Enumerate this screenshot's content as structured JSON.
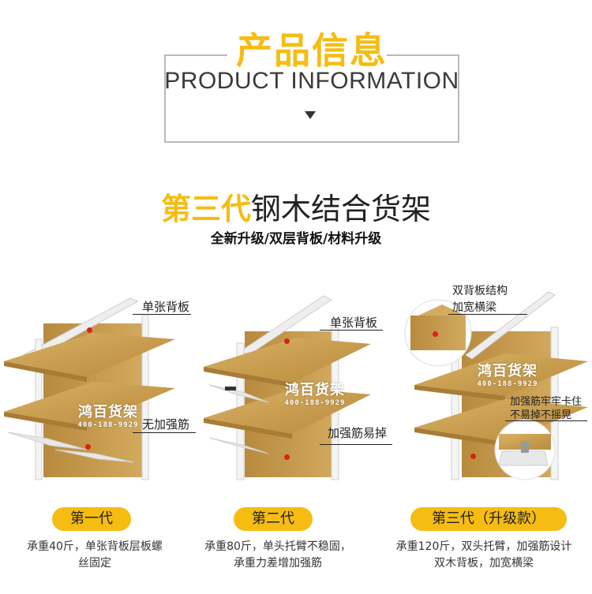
{
  "header": {
    "title_cn": "产品信息",
    "title_en": "PRODUCT INFORMATION"
  },
  "main": {
    "title_highlight": "第三代",
    "title_rest": "钢木结合货架",
    "subtitle": "全新升级/双层背板/材料升级"
  },
  "watermark": {
    "name": "鸿百货架",
    "phone": "400-188-9929"
  },
  "shelves": [
    {
      "callouts": [
        "单张背板",
        "无加强筋"
      ],
      "generation": "第一代",
      "desc_line1": "承重40斤，单张背板层板螺",
      "desc_line2": "丝固定"
    },
    {
      "callouts": [
        "单张背板",
        "加强筋易掉"
      ],
      "generation": "第二代",
      "desc_line1": "承重80斤，单头托臂不稳固，",
      "desc_line2": "承重力差增加强筋"
    },
    {
      "callouts": [
        "双背板结构",
        "加宽横梁",
        "加强筋牢牢卡住",
        "不易掉不摇晃"
      ],
      "generation": "第三代（升级款）",
      "desc_line1": "承重120斤，双头托臂，加强筋设计",
      "desc_line2": "双木背板，加宽横梁"
    }
  ],
  "colors": {
    "accent": "#f6bc12",
    "wood": "#c9a053",
    "callout_dot": "#d6221b"
  }
}
